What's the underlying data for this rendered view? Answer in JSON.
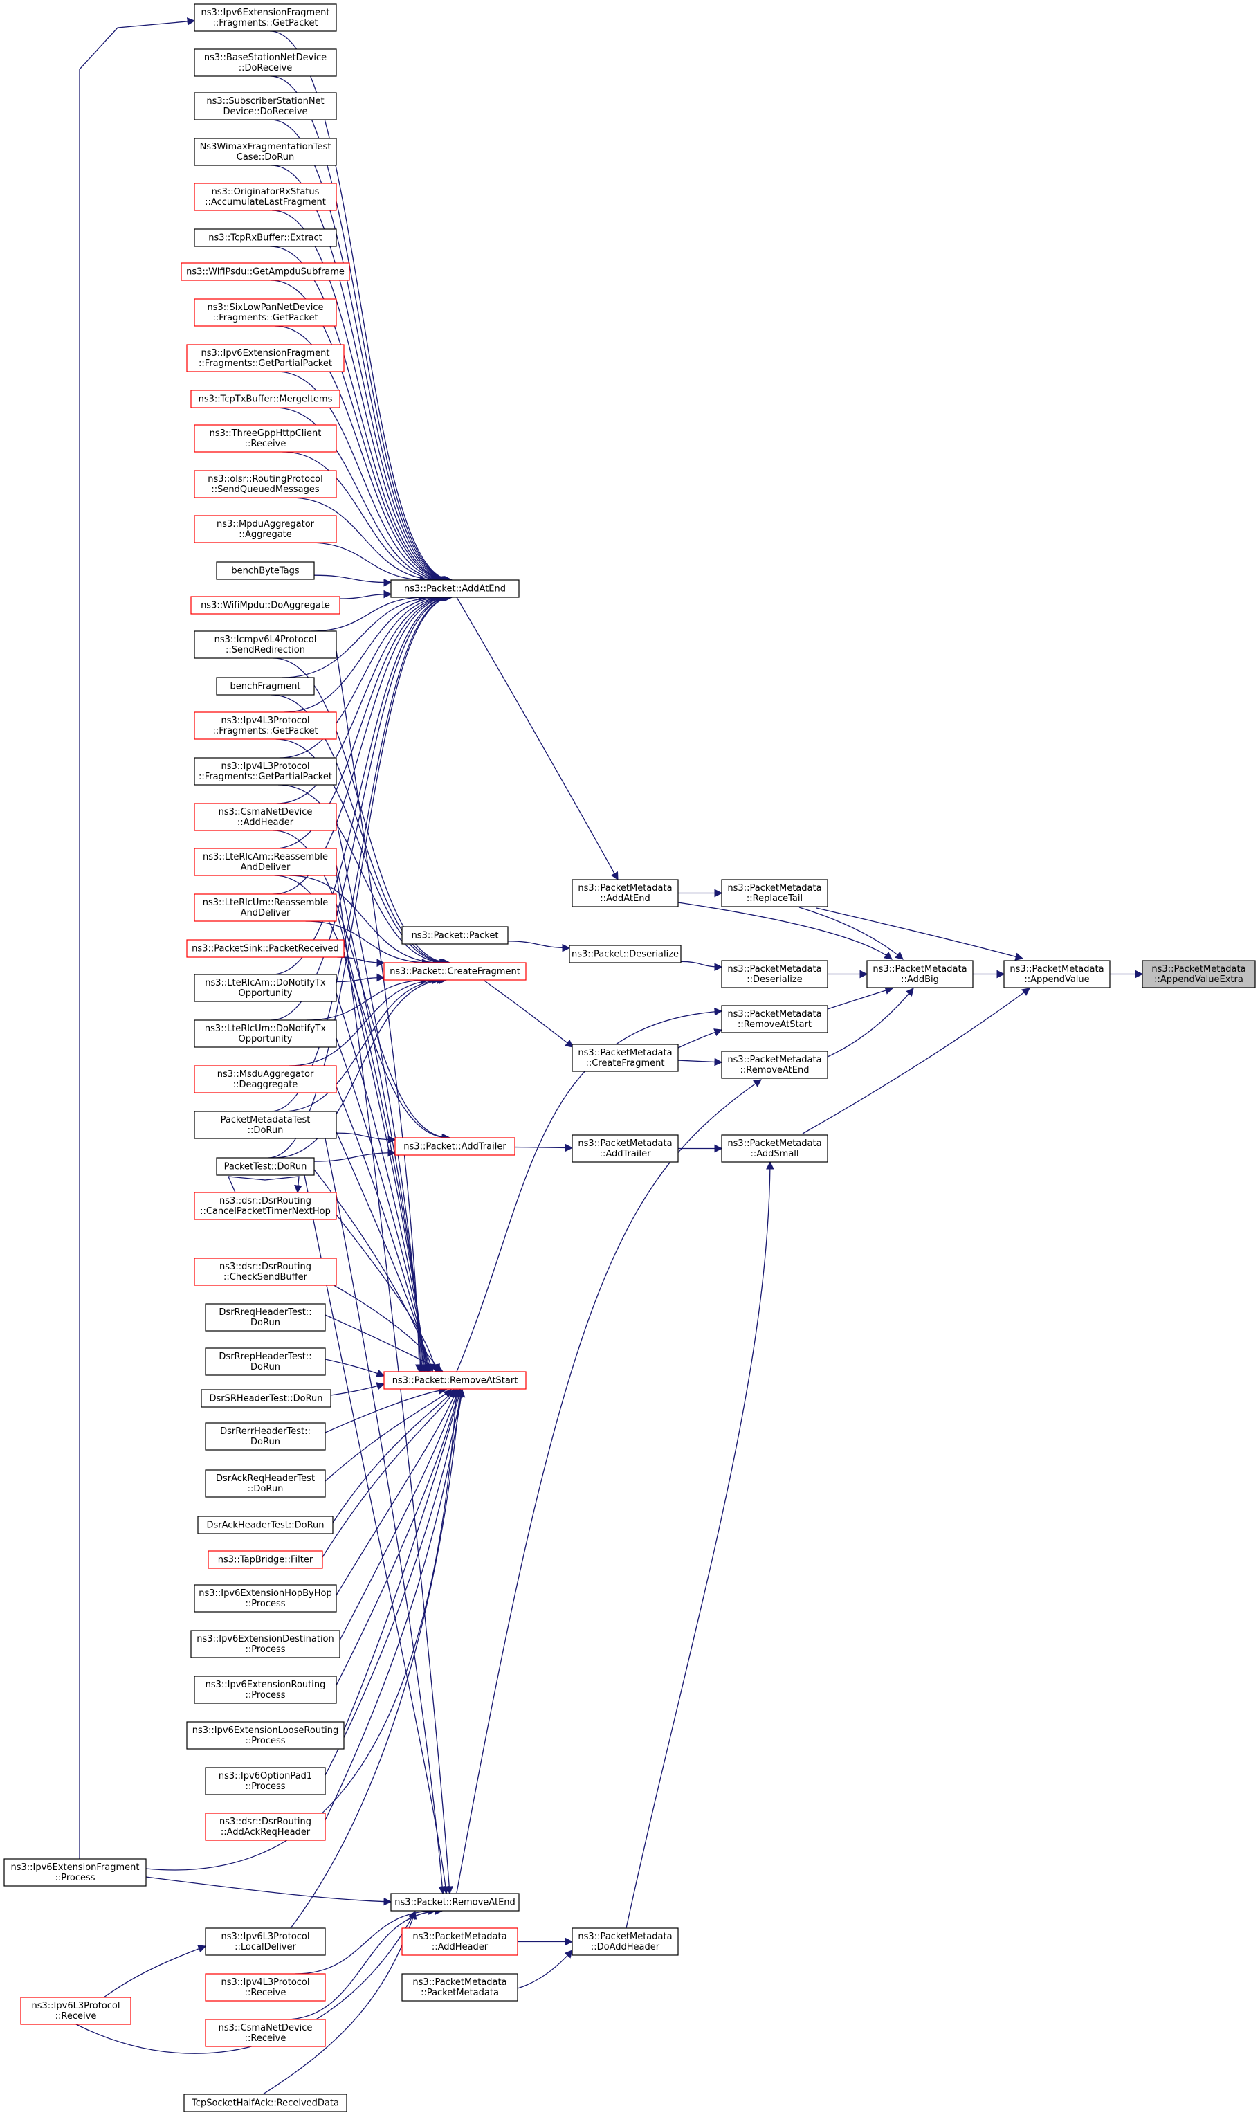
{
  "colors": {
    "edge": "#191970",
    "normal_border": "#000000",
    "red_border": "#ff0000",
    "focus_fill": "#bfbfbf",
    "focus_border": "#000000",
    "background": "#ffffff"
  },
  "diagram": {
    "nodes": [
      {
        "id": "ipv6fragGetPacket",
        "lines": [
          "ns3::Ipv6ExtensionFragment",
          "::Fragments::GetPacket"
        ],
        "style": "normal"
      },
      {
        "id": "bsDoReceive",
        "lines": [
          "ns3::BaseStationNetDevice",
          "::DoReceive"
        ],
        "style": "normal"
      },
      {
        "id": "ssDoReceive",
        "lines": [
          "ns3::SubscriberStationNet",
          "Device::DoReceive"
        ],
        "style": "normal"
      },
      {
        "id": "wimaxFragTest",
        "lines": [
          "Ns3WimaxFragmentationTest",
          "Case::DoRun"
        ],
        "style": "normal"
      },
      {
        "id": "origAccum",
        "lines": [
          "ns3::OriginatorRxStatus",
          "::AccumulateLastFragment"
        ],
        "style": "red"
      },
      {
        "id": "tcpRxExtract",
        "lines": [
          "ns3::TcpRxBuffer::Extract"
        ],
        "style": "normal"
      },
      {
        "id": "wifiPsduAmpdu",
        "lines": [
          "ns3::WifiPsdu::GetAmpduSubframe"
        ],
        "style": "red"
      },
      {
        "id": "sixLowPan",
        "lines": [
          "ns3::SixLowPanNetDevice",
          "::Fragments::GetPacket"
        ],
        "style": "red"
      },
      {
        "id": "ipv6fragPartial",
        "lines": [
          "ns3::Ipv6ExtensionFragment",
          "::Fragments::GetPartialPacket"
        ],
        "style": "red"
      },
      {
        "id": "tcpTxMerge",
        "lines": [
          "ns3::TcpTxBuffer::MergeItems"
        ],
        "style": "red"
      },
      {
        "id": "threeGpp",
        "lines": [
          "ns3::ThreeGppHttpClient",
          "::Receive"
        ],
        "style": "red"
      },
      {
        "id": "olsrSend",
        "lines": [
          "ns3::olsr::RoutingProtocol",
          "::SendQueuedMessages"
        ],
        "style": "red"
      },
      {
        "id": "mpduAgg",
        "lines": [
          "ns3::MpduAggregator",
          "::Aggregate"
        ],
        "style": "red"
      },
      {
        "id": "benchByteTags",
        "lines": [
          "benchByteTags"
        ],
        "style": "normal"
      },
      {
        "id": "wifiMpduDoAgg",
        "lines": [
          "ns3::WifiMpdu::DoAggregate"
        ],
        "style": "red"
      },
      {
        "id": "icmpv6Redirect",
        "lines": [
          "ns3::Icmpv6L4Protocol",
          "::SendRedirection"
        ],
        "style": "normal"
      },
      {
        "id": "benchFragment",
        "lines": [
          "benchFragment"
        ],
        "style": "normal"
      },
      {
        "id": "ipv4fragGetPacket",
        "lines": [
          "ns3::Ipv4L3Protocol",
          "::Fragments::GetPacket"
        ],
        "style": "red"
      },
      {
        "id": "ipv4fragPartial",
        "lines": [
          "ns3::Ipv4L3Protocol",
          "::Fragments::GetPartialPacket"
        ],
        "style": "normal"
      },
      {
        "id": "csmaAddHeader",
        "lines": [
          "ns3::CsmaNetDevice",
          "::AddHeader"
        ],
        "style": "red"
      },
      {
        "id": "lteAmReassemble",
        "lines": [
          "ns3::LteRlcAm::Reassemble",
          "AndDeliver"
        ],
        "style": "red"
      },
      {
        "id": "lteUmReassemble",
        "lines": [
          "ns3::LteRlcUm::Reassemble",
          "AndDeliver"
        ],
        "style": "red"
      },
      {
        "id": "packetSink",
        "lines": [
          "ns3::PacketSink::PacketReceived"
        ],
        "style": "red"
      },
      {
        "id": "lteAmNotify",
        "lines": [
          "ns3::LteRlcAm::DoNotifyTx",
          "Opportunity"
        ],
        "style": "normal"
      },
      {
        "id": "lteUmNotify",
        "lines": [
          "ns3::LteRlcUm::DoNotifyTx",
          "Opportunity"
        ],
        "style": "normal"
      },
      {
        "id": "msduDeagg",
        "lines": [
          "ns3::MsduAggregator",
          "::Deaggregate"
        ],
        "style": "red"
      },
      {
        "id": "pmTestDoRun",
        "lines": [
          "PacketMetadataTest",
          "::DoRun"
        ],
        "style": "normal"
      },
      {
        "id": "packetTestDoRun",
        "lines": [
          "PacketTest::DoRun"
        ],
        "style": "normal"
      },
      {
        "id": "dsrCancel",
        "lines": [
          "ns3::dsr::DsrRouting",
          "::CancelPacketTimerNextHop"
        ],
        "style": "red"
      },
      {
        "id": "dsrCheckSend",
        "lines": [
          "ns3::dsr::DsrRouting",
          "::CheckSendBuffer"
        ],
        "style": "red"
      },
      {
        "id": "dsrRreq",
        "lines": [
          "DsrRreqHeaderTest::",
          "DoRun"
        ],
        "style": "normal"
      },
      {
        "id": "dsrRrep",
        "lines": [
          "DsrRrepHeaderTest::",
          "DoRun"
        ],
        "style": "normal"
      },
      {
        "id": "dsrSR",
        "lines": [
          "DsrSRHeaderTest::DoRun"
        ],
        "style": "normal"
      },
      {
        "id": "dsrRerr",
        "lines": [
          "DsrRerrHeaderTest::",
          "DoRun"
        ],
        "style": "normal"
      },
      {
        "id": "dsrAckReq",
        "lines": [
          "DsrAckReqHeaderTest",
          "::DoRun"
        ],
        "style": "normal"
      },
      {
        "id": "dsrAck",
        "lines": [
          "DsrAckHeaderTest::DoRun"
        ],
        "style": "normal"
      },
      {
        "id": "tapFilter",
        "lines": [
          "ns3::TapBridge::Filter"
        ],
        "style": "red"
      },
      {
        "id": "ipv6HopByHop",
        "lines": [
          "ns3::Ipv6ExtensionHopByHop",
          "::Process"
        ],
        "style": "normal"
      },
      {
        "id": "ipv6Dest",
        "lines": [
          "ns3::Ipv6ExtensionDestination",
          "::Process"
        ],
        "style": "normal"
      },
      {
        "id": "ipv6Routing",
        "lines": [
          "ns3::Ipv6ExtensionRouting",
          "::Process"
        ],
        "style": "normal"
      },
      {
        "id": "ipv6Loose",
        "lines": [
          "ns3::Ipv6ExtensionLooseRouting",
          "::Process"
        ],
        "style": "normal"
      },
      {
        "id": "ipv6Pad1",
        "lines": [
          "ns3::Ipv6OptionPad1",
          "::Process"
        ],
        "style": "normal"
      },
      {
        "id": "dsrAddAckReq",
        "lines": [
          "ns3::dsr::DsrRouting",
          "::AddAckReqHeader"
        ],
        "style": "red"
      },
      {
        "id": "ipv6FragProcess",
        "lines": [
          "ns3::Ipv6ExtensionFragment",
          "::Process"
        ],
        "style": "normal"
      },
      {
        "id": "ipv6LocalDeliver",
        "lines": [
          "ns3::Ipv6L3Protocol",
          "::LocalDeliver"
        ],
        "style": "normal"
      },
      {
        "id": "ipv6Receive",
        "lines": [
          "ns3::Ipv6L3Protocol",
          "::Receive"
        ],
        "style": "red"
      },
      {
        "id": "ipv4Receive",
        "lines": [
          "ns3::Ipv4L3Protocol",
          "::Receive"
        ],
        "style": "red"
      },
      {
        "id": "csmaReceive",
        "lines": [
          "ns3::CsmaNetDevice",
          "::Receive"
        ],
        "style": "red"
      },
      {
        "id": "tcpHalfAck",
        "lines": [
          "TcpSocketHalfAck::ReceivedData"
        ],
        "style": "normal"
      },
      {
        "id": "packetAddAtEnd",
        "lines": [
          "ns3::Packet::AddAtEnd"
        ],
        "style": "normal"
      },
      {
        "id": "packetPacket",
        "lines": [
          "ns3::Packet::Packet"
        ],
        "style": "normal"
      },
      {
        "id": "packetCreateFragment",
        "lines": [
          "ns3::Packet::CreateFragment"
        ],
        "style": "red"
      },
      {
        "id": "packetAddTrailer",
        "lines": [
          "ns3::Packet::AddTrailer"
        ],
        "style": "red"
      },
      {
        "id": "packetRemoveAtStart",
        "lines": [
          "ns3::Packet::RemoveAtStart"
        ],
        "style": "red"
      },
      {
        "id": "packetRemoveAtEnd",
        "lines": [
          "ns3::Packet::RemoveAtEnd"
        ],
        "style": "normal"
      },
      {
        "id": "pmAddHeader",
        "lines": [
          "ns3::PacketMetadata",
          "::AddHeader"
        ],
        "style": "red"
      },
      {
        "id": "pmCtor",
        "lines": [
          "ns3::PacketMetadata",
          "::PacketMetadata"
        ],
        "style": "normal"
      },
      {
        "id": "pmAddAtEnd",
        "lines": [
          "ns3::PacketMetadata",
          "::AddAtEnd"
        ],
        "style": "normal"
      },
      {
        "id": "packetDeserialize",
        "lines": [
          "ns3::Packet::Deserialize"
        ],
        "style": "normal"
      },
      {
        "id": "pmCreateFragment",
        "lines": [
          "ns3::PacketMetadata",
          "::CreateFragment"
        ],
        "style": "normal"
      },
      {
        "id": "pmAddTrailer",
        "lines": [
          "ns3::PacketMetadata",
          "::AddTrailer"
        ],
        "style": "normal"
      },
      {
        "id": "pmDoAddHeader",
        "lines": [
          "ns3::PacketMetadata",
          "::DoAddHeader"
        ],
        "style": "normal"
      },
      {
        "id": "pmReplaceTail",
        "lines": [
          "ns3::PacketMetadata",
          "::ReplaceTail"
        ],
        "style": "normal"
      },
      {
        "id": "pmDeserialize",
        "lines": [
          "ns3::PacketMetadata",
          "::Deserialize"
        ],
        "style": "normal"
      },
      {
        "id": "pmRemoveAtStart",
        "lines": [
          "ns3::PacketMetadata",
          "::RemoveAtStart"
        ],
        "style": "normal"
      },
      {
        "id": "pmRemoveAtEnd",
        "lines": [
          "ns3::PacketMetadata",
          "::RemoveAtEnd"
        ],
        "style": "normal"
      },
      {
        "id": "pmAddSmall",
        "lines": [
          "ns3::PacketMetadata",
          "::AddSmall"
        ],
        "style": "normal"
      },
      {
        "id": "pmAddBig",
        "lines": [
          "ns3::PacketMetadata",
          "::AddBig"
        ],
        "style": "normal"
      },
      {
        "id": "pmAppendValue",
        "lines": [
          "ns3::PacketMetadata",
          "::AppendValue"
        ],
        "style": "normal"
      },
      {
        "id": "pmAppendValueExtra",
        "lines": [
          "ns3::PacketMetadata",
          "::AppendValueExtra"
        ],
        "style": "focus"
      }
    ],
    "edges": [
      [
        "pmAppendValue",
        "pmAppendValueExtra"
      ],
      [
        "pmAddBig",
        "pmAppendValue"
      ],
      [
        "pmReplaceTail",
        "pmAppendValue"
      ],
      [
        "pmAddSmall",
        "pmAppendValue"
      ],
      [
        "pmAddAtEnd",
        "pmAddBig"
      ],
      [
        "pmReplaceTail",
        "pmAddBig"
      ],
      [
        "pmDeserialize",
        "pmAddBig"
      ],
      [
        "pmRemoveAtStart",
        "pmAddBig"
      ],
      [
        "pmRemoveAtEnd",
        "pmAddBig"
      ],
      [
        "pmAddAtEnd",
        "pmReplaceTail"
      ],
      [
        "packetDeserialize",
        "pmDeserialize"
      ],
      [
        "packetPacket",
        "packetDeserialize"
      ],
      [
        "pmCreateFragment",
        "pmRemoveAtStart"
      ],
      [
        "pmCreateFragment",
        "pmRemoveAtEnd"
      ],
      [
        "packetCreateFragment",
        "pmCreateFragment"
      ],
      [
        "packetRemoveAtStart",
        "pmRemoveAtStart"
      ],
      [
        "packetRemoveAtEnd",
        "pmRemoveAtEnd"
      ],
      [
        "pmAddTrailer",
        "pmAddSmall"
      ],
      [
        "pmDoAddHeader",
        "pmAddSmall"
      ],
      [
        "packetAddTrailer",
        "pmAddTrailer"
      ],
      [
        "pmAddHeader",
        "pmDoAddHeader"
      ],
      [
        "pmCtor",
        "pmDoAddHeader"
      ],
      [
        "packetAddAtEnd",
        "pmAddAtEnd"
      ],
      [
        "ipv6fragGetPacket",
        "packetAddAtEnd"
      ],
      [
        "bsDoReceive",
        "packetAddAtEnd"
      ],
      [
        "ssDoReceive",
        "packetAddAtEnd"
      ],
      [
        "wimaxFragTest",
        "packetAddAtEnd"
      ],
      [
        "origAccum",
        "packetAddAtEnd"
      ],
      [
        "tcpRxExtract",
        "packetAddAtEnd"
      ],
      [
        "wifiPsduAmpdu",
        "packetAddAtEnd"
      ],
      [
        "sixLowPan",
        "packetAddAtEnd"
      ],
      [
        "ipv6fragPartial",
        "packetAddAtEnd"
      ],
      [
        "tcpTxMerge",
        "packetAddAtEnd"
      ],
      [
        "threeGpp",
        "packetAddAtEnd"
      ],
      [
        "olsrSend",
        "packetAddAtEnd"
      ],
      [
        "mpduAgg",
        "packetAddAtEnd"
      ],
      [
        "benchByteTags",
        "packetAddAtEnd"
      ],
      [
        "wifiMpduDoAgg",
        "packetAddAtEnd"
      ],
      [
        "icmpv6Redirect",
        "packetAddAtEnd"
      ],
      [
        "benchFragment",
        "packetAddAtEnd"
      ],
      [
        "ipv4fragGetPacket",
        "packetAddAtEnd"
      ],
      [
        "ipv4fragPartial",
        "packetAddAtEnd"
      ],
      [
        "csmaAddHeader",
        "packetAddAtEnd"
      ],
      [
        "lteAmReassemble",
        "packetAddAtEnd"
      ],
      [
        "lteUmReassemble",
        "packetAddAtEnd"
      ],
      [
        "lteAmNotify",
        "packetAddAtEnd"
      ],
      [
        "lteUmNotify",
        "packetAddAtEnd"
      ],
      [
        "pmTestDoRun",
        "packetAddAtEnd"
      ],
      [
        "packetTestDoRun",
        "packetAddAtEnd"
      ],
      [
        "ipv6FragProcess",
        "ipv6fragGetPacket"
      ],
      [
        "benchFragment",
        "packetCreateFragment"
      ],
      [
        "ipv4fragGetPacket",
        "packetCreateFragment"
      ],
      [
        "ipv4fragPartial",
        "packetCreateFragment"
      ],
      [
        "lteAmReassemble",
        "packetCreateFragment"
      ],
      [
        "lteUmReassemble",
        "packetCreateFragment"
      ],
      [
        "packetSink",
        "packetCreateFragment"
      ],
      [
        "lteAmNotify",
        "packetCreateFragment"
      ],
      [
        "lteUmNotify",
        "packetCreateFragment"
      ],
      [
        "msduDeagg",
        "packetCreateFragment"
      ],
      [
        "pmTestDoRun",
        "packetCreateFragment"
      ],
      [
        "packetTestDoRun",
        "packetCreateFragment"
      ],
      [
        "icmpv6Redirect",
        "packetCreateFragment"
      ],
      [
        "pmTestDoRun",
        "packetAddTrailer"
      ],
      [
        "packetTestDoRun",
        "packetAddTrailer"
      ],
      [
        "csmaAddHeader",
        "packetAddTrailer"
      ],
      [
        "lteAmReassemble",
        "packetAddTrailer"
      ],
      [
        "csmaAddHeader",
        "packetRemoveAtStart"
      ],
      [
        "lteAmReassemble",
        "packetRemoveAtStart"
      ],
      [
        "lteUmReassemble",
        "packetRemoveAtStart"
      ],
      [
        "packetSink",
        "packetRemoveAtStart"
      ],
      [
        "lteAmNotify",
        "packetRemoveAtStart"
      ],
      [
        "lteUmNotify",
        "packetRemoveAtStart"
      ],
      [
        "msduDeagg",
        "packetRemoveAtStart"
      ],
      [
        "pmTestDoRun",
        "packetRemoveAtStart"
      ],
      [
        "packetTestDoRun",
        "packetRemoveAtStart"
      ],
      [
        "icmpv6Redirect",
        "packetRemoveAtStart"
      ],
      [
        "dsrCancel",
        "packetRemoveAtStart"
      ],
      [
        "dsrCheckSend",
        "packetRemoveAtStart"
      ],
      [
        "dsrRreq",
        "packetRemoveAtStart"
      ],
      [
        "dsrRrep",
        "packetRemoveAtStart"
      ],
      [
        "dsrSR",
        "packetRemoveAtStart"
      ],
      [
        "dsrRerr",
        "packetRemoveAtStart"
      ],
      [
        "dsrAckReq",
        "packetRemoveAtStart"
      ],
      [
        "dsrAck",
        "packetRemoveAtStart"
      ],
      [
        "tapFilter",
        "packetRemoveAtStart"
      ],
      [
        "ipv6HopByHop",
        "packetRemoveAtStart"
      ],
      [
        "ipv6Dest",
        "packetRemoveAtStart"
      ],
      [
        "ipv6Routing",
        "packetRemoveAtStart"
      ],
      [
        "ipv6Loose",
        "packetRemoveAtStart"
      ],
      [
        "ipv6Pad1",
        "packetRemoveAtStart"
      ],
      [
        "dsrAddAckReq",
        "packetRemoveAtStart"
      ],
      [
        "ipv6FragProcess",
        "packetRemoveAtStart"
      ],
      [
        "ipv6LocalDeliver",
        "packetRemoveAtStart"
      ],
      [
        "dsrCancel",
        "dsrCancel"
      ],
      [
        "ipv6Receive",
        "ipv6LocalDeliver"
      ],
      [
        "ipv6FragProcess",
        "packetRemoveAtEnd"
      ],
      [
        "ipv6Receive",
        "packetRemoveAtEnd"
      ],
      [
        "ipv4Receive",
        "packetRemoveAtEnd"
      ],
      [
        "csmaReceive",
        "packetRemoveAtEnd"
      ],
      [
        "tcpHalfAck",
        "packetRemoveAtEnd"
      ],
      [
        "pmTestDoRun",
        "packetRemoveAtEnd"
      ],
      [
        "packetTestDoRun",
        "packetRemoveAtEnd"
      ],
      [
        "lteAmReassemble",
        "packetRemoveAtEnd"
      ]
    ]
  }
}
